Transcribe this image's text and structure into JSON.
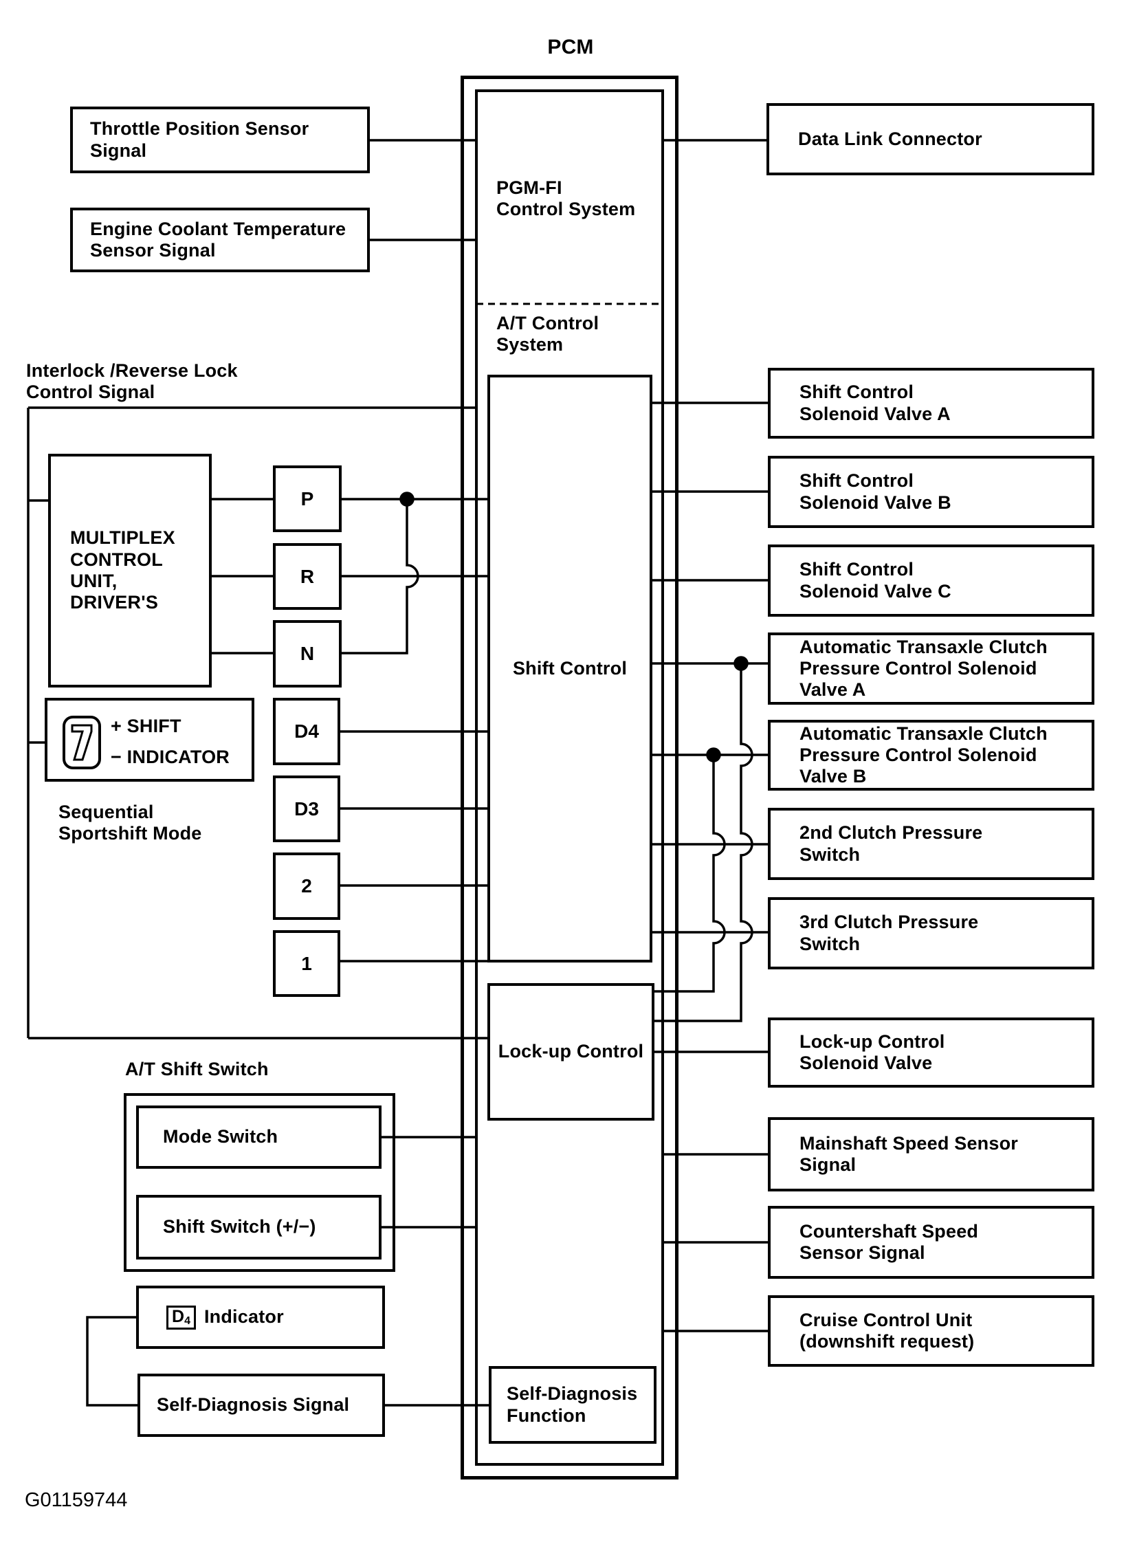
{
  "page": {
    "code": "G01159744"
  },
  "pcm": {
    "title": "PCM",
    "pgmfi_label": "PGM-FI\nControl System",
    "at_label": "A/T Control\nSystem",
    "shift_control_label": "Shift Control",
    "lockup_label": "Lock-up Control",
    "self_diagnosis_label": "Self-Diagnosis\nFunction"
  },
  "left": {
    "throttle": "Throttle Position Sensor\nSignal",
    "coolant": "Engine Coolant Temperature\nSensor Signal",
    "interlock": "Interlock /Reverse Lock\nControl Signal",
    "multiplex": "MULTIPLEX\nCONTROL\nUNIT,\nDRIVER'S",
    "gear_p": "P",
    "gear_r": "R",
    "gear_n": "N",
    "gear_d4": "D4",
    "gear_d3": "D3",
    "gear_2": "2",
    "gear_1": "1",
    "shift_plus": "+ SHIFT",
    "indicator_minus": "− INDICATOR",
    "sequential": "Sequential\nSportshift Mode",
    "at_shift_switch": "A/T Shift Switch",
    "mode_switch": "Mode Switch",
    "shift_switch": "Shift Switch (+/−)",
    "d4_icon_d": "D",
    "d4_icon_sub": "4",
    "d4_indicator": "Indicator",
    "self_diagnosis_signal": "Self-Diagnosis Signal"
  },
  "right": {
    "data_link": "Data Link Connector",
    "scsv_a": "Shift Control\nSolenoid Valve A",
    "scsv_b": "Shift Control\nSolenoid Valve B",
    "scsv_c": "Shift Control\nSolenoid Valve C",
    "atcp_a": "Automatic Transaxle Clutch\nPressure Control Solenoid\nValve A",
    "atcp_b": "Automatic Transaxle Clutch\nPressure Control Solenoid\nValve B",
    "clutch_2nd": "2nd Clutch Pressure\nSwitch",
    "clutch_3rd": "3rd Clutch Pressure\nSwitch",
    "lockup_sv": "Lock-up Control\nSolenoid Valve",
    "mainshaft": "Mainshaft Speed Sensor\nSignal",
    "countershaft": "Countershaft Speed\nSensor Signal",
    "cruise": "Cruise Control Unit\n(downshift request)"
  },
  "colors": {
    "line": "#000000",
    "background": "#ffffff"
  }
}
